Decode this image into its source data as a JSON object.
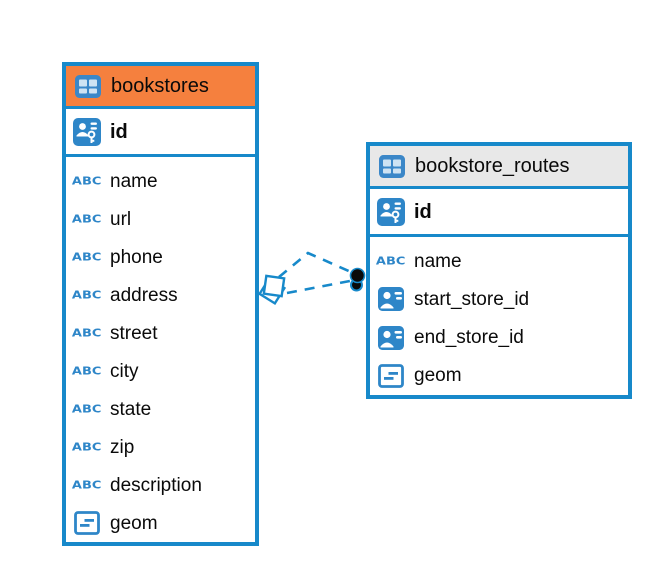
{
  "diagram": {
    "colors": {
      "accent_blue": "#1789ca",
      "icon_blue": "#2e86c8",
      "selected_header_orange": "#f5803e",
      "header_gray": "#e8e8e8",
      "background": "#ffffff",
      "text": "#0a0a0a",
      "relationship_line": "#1789ca",
      "relationship_dot_fill": "#0a0a0a"
    },
    "icons": {
      "abc_glyph": "ABC"
    },
    "tables": [
      {
        "name": "bookstores",
        "header_style": "selected-orange",
        "header_icon": "table-icon",
        "primary_key": {
          "name": "id",
          "icon": "primary-key-icon"
        },
        "columns": [
          {
            "name": "name",
            "icon": "text-abc-icon"
          },
          {
            "name": "url",
            "icon": "text-abc-icon"
          },
          {
            "name": "phone",
            "icon": "text-abc-icon"
          },
          {
            "name": "address",
            "icon": "text-abc-icon"
          },
          {
            "name": "street",
            "icon": "text-abc-icon"
          },
          {
            "name": "city",
            "icon": "text-abc-icon"
          },
          {
            "name": "state",
            "icon": "text-abc-icon"
          },
          {
            "name": "zip",
            "icon": "text-abc-icon"
          },
          {
            "name": "description",
            "icon": "text-abc-icon"
          },
          {
            "name": "geom",
            "icon": "geometry-icon"
          }
        ]
      },
      {
        "name": "bookstore_routes",
        "header_style": "gray",
        "header_icon": "table-icon",
        "primary_key": {
          "name": "id",
          "icon": "primary-key-icon"
        },
        "columns": [
          {
            "name": "name",
            "icon": "text-abc-icon"
          },
          {
            "name": "start_store_id",
            "icon": "foreign-key-icon"
          },
          {
            "name": "end_store_id",
            "icon": "foreign-key-icon"
          },
          {
            "name": "geom",
            "icon": "geometry-icon"
          }
        ]
      }
    ],
    "relationships": [
      {
        "from_table": "bookstores",
        "to_table": "bookstore_routes",
        "line_style": "dashed",
        "from_marker": "diamond",
        "to_marker": "filled-circle"
      },
      {
        "from_table": "bookstores",
        "to_table": "bookstore_routes",
        "line_style": "dashed",
        "from_marker": "diamond",
        "to_marker": "filled-circle"
      }
    ]
  }
}
